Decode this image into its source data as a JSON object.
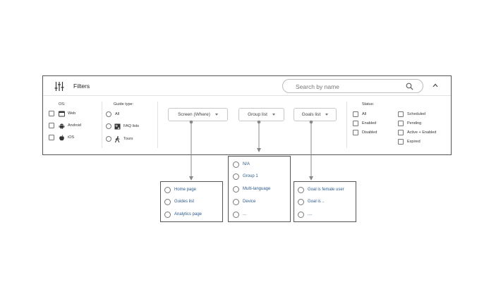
{
  "header": {
    "title": "Filters",
    "search_placeholder": "Search by name",
    "icons": {
      "filters": "sliders-icon",
      "search": "search-icon",
      "collapse": "chevron-up-icon"
    }
  },
  "os": {
    "title": "OS:",
    "options": [
      {
        "label": "Web",
        "icon": "browser-window-icon",
        "checked": false
      },
      {
        "label": "Android",
        "icon": "android-icon",
        "checked": false
      },
      {
        "label": "iOS",
        "icon": "apple-icon",
        "checked": false
      }
    ]
  },
  "guide_type": {
    "title": "Guide type:",
    "options": [
      {
        "label": "All",
        "icon": null,
        "selected": false
      },
      {
        "label": "FAQ lists",
        "icon": "faq-list-icon",
        "selected": false
      },
      {
        "label": "Tours",
        "icon": "walking-person-icon",
        "selected": false
      }
    ]
  },
  "dropdowns": {
    "screen": {
      "label": "Screen (Where)"
    },
    "group": {
      "label": "Group list"
    },
    "goals": {
      "label": "Goals list"
    }
  },
  "status": {
    "title": "Status:",
    "left": [
      "All",
      "Enabled",
      "Disabled"
    ],
    "right": [
      "Scheduled",
      "Pending",
      "Active + Enabled",
      "Expired"
    ]
  },
  "screen_popup": {
    "options": [
      "Home page",
      "Guides list",
      "Analytics page"
    ]
  },
  "group_popup": {
    "options": [
      "N/A",
      "Group 1",
      "Multi-language",
      "Device",
      "..."
    ]
  },
  "goals_popup": {
    "options": [
      "Goal is female user",
      "Goal is ..",
      "...."
    ]
  },
  "colors": {
    "border": "#555555",
    "option_text": "#2b5a8c",
    "connector": "#888888"
  }
}
